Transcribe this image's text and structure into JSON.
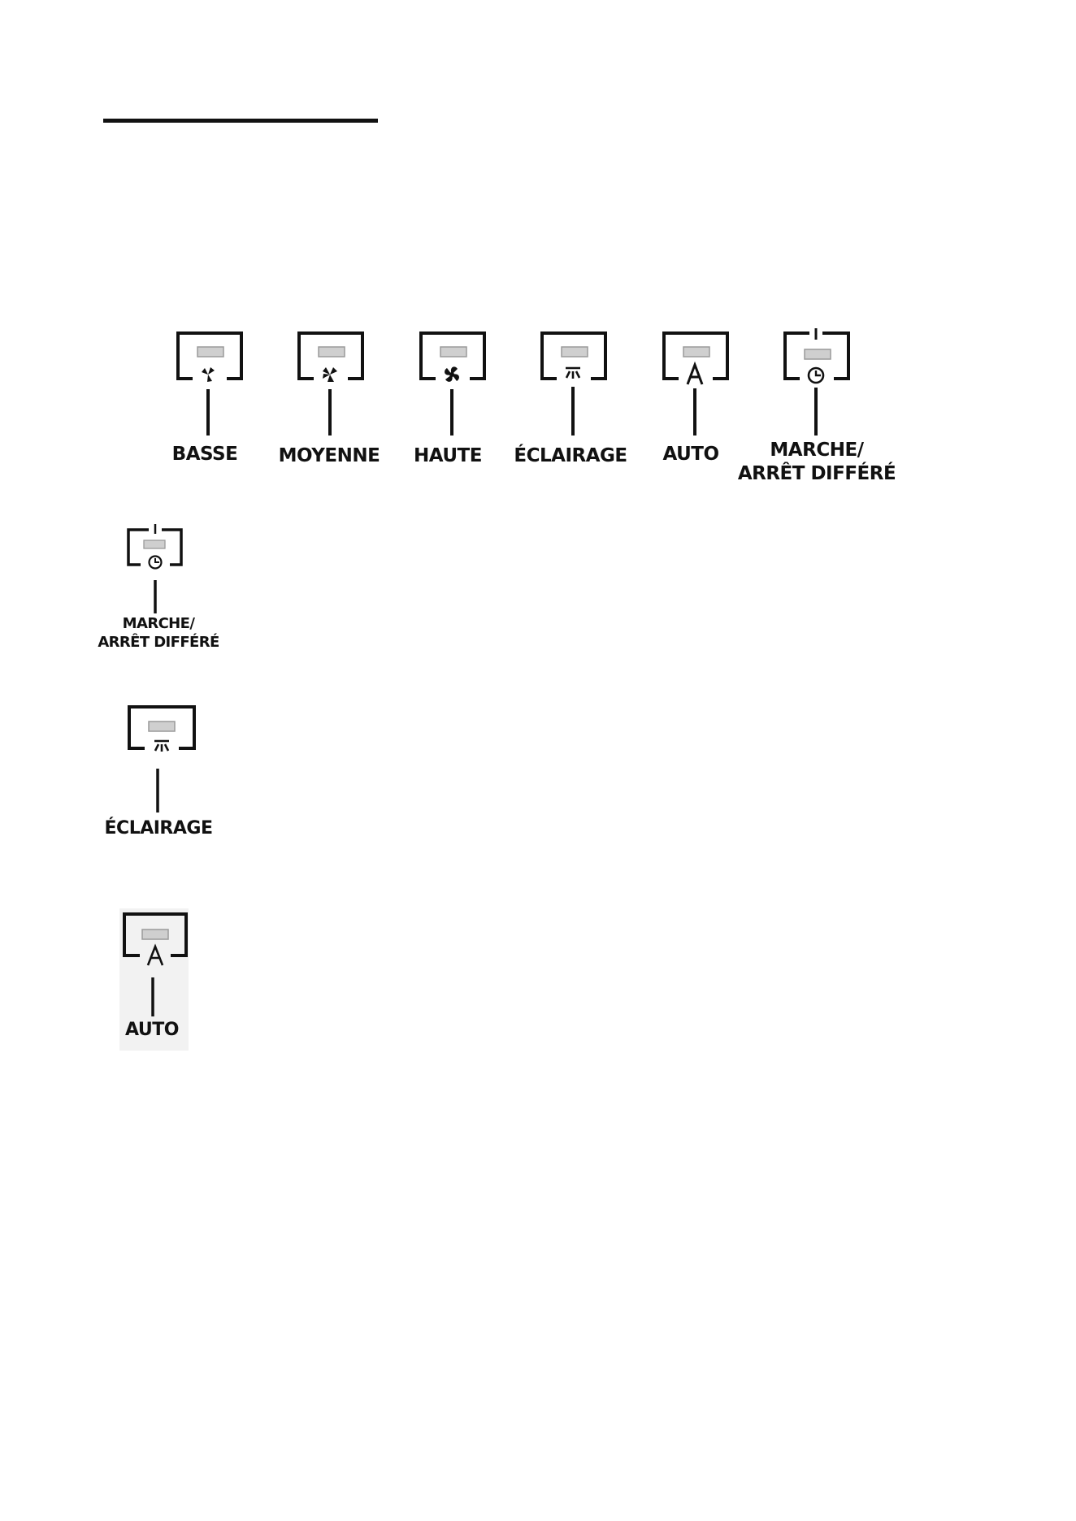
{
  "panel": {
    "buttons": [
      {
        "id": "basse",
        "label": "BASSE",
        "icon": "fan-low-icon"
      },
      {
        "id": "moyenne",
        "label": "MOYENNE",
        "icon": "fan-medium-icon"
      },
      {
        "id": "haute",
        "label": "HAUTE",
        "icon": "fan-high-icon"
      },
      {
        "id": "eclairage",
        "label": "ÉCLAIRAGE",
        "icon": "light-icon"
      },
      {
        "id": "auto",
        "label": "AUTO",
        "icon": "auto-a-icon"
      },
      {
        "id": "timer",
        "label_line1": "MARCHE/",
        "label_line2": "ARRÊT DIFFÉRÉ",
        "icon": "timer-clock-icon"
      }
    ]
  },
  "details": {
    "timer": {
      "label_line1": "MARCHE/",
      "label_line2": "ARRÊT DIFFÉRÉ",
      "icon": "timer-clock-icon"
    },
    "light": {
      "label": "ÉCLAIRAGE",
      "icon": "light-icon"
    },
    "auto": {
      "label": "AUTO",
      "icon": "auto-a-icon"
    }
  },
  "colors": {
    "stroke": "#111111",
    "indicator_fill": "#cfcfcf",
    "indicator_stroke": "#9a9a9a",
    "auto_panel_bg": "#f2f2f2"
  }
}
